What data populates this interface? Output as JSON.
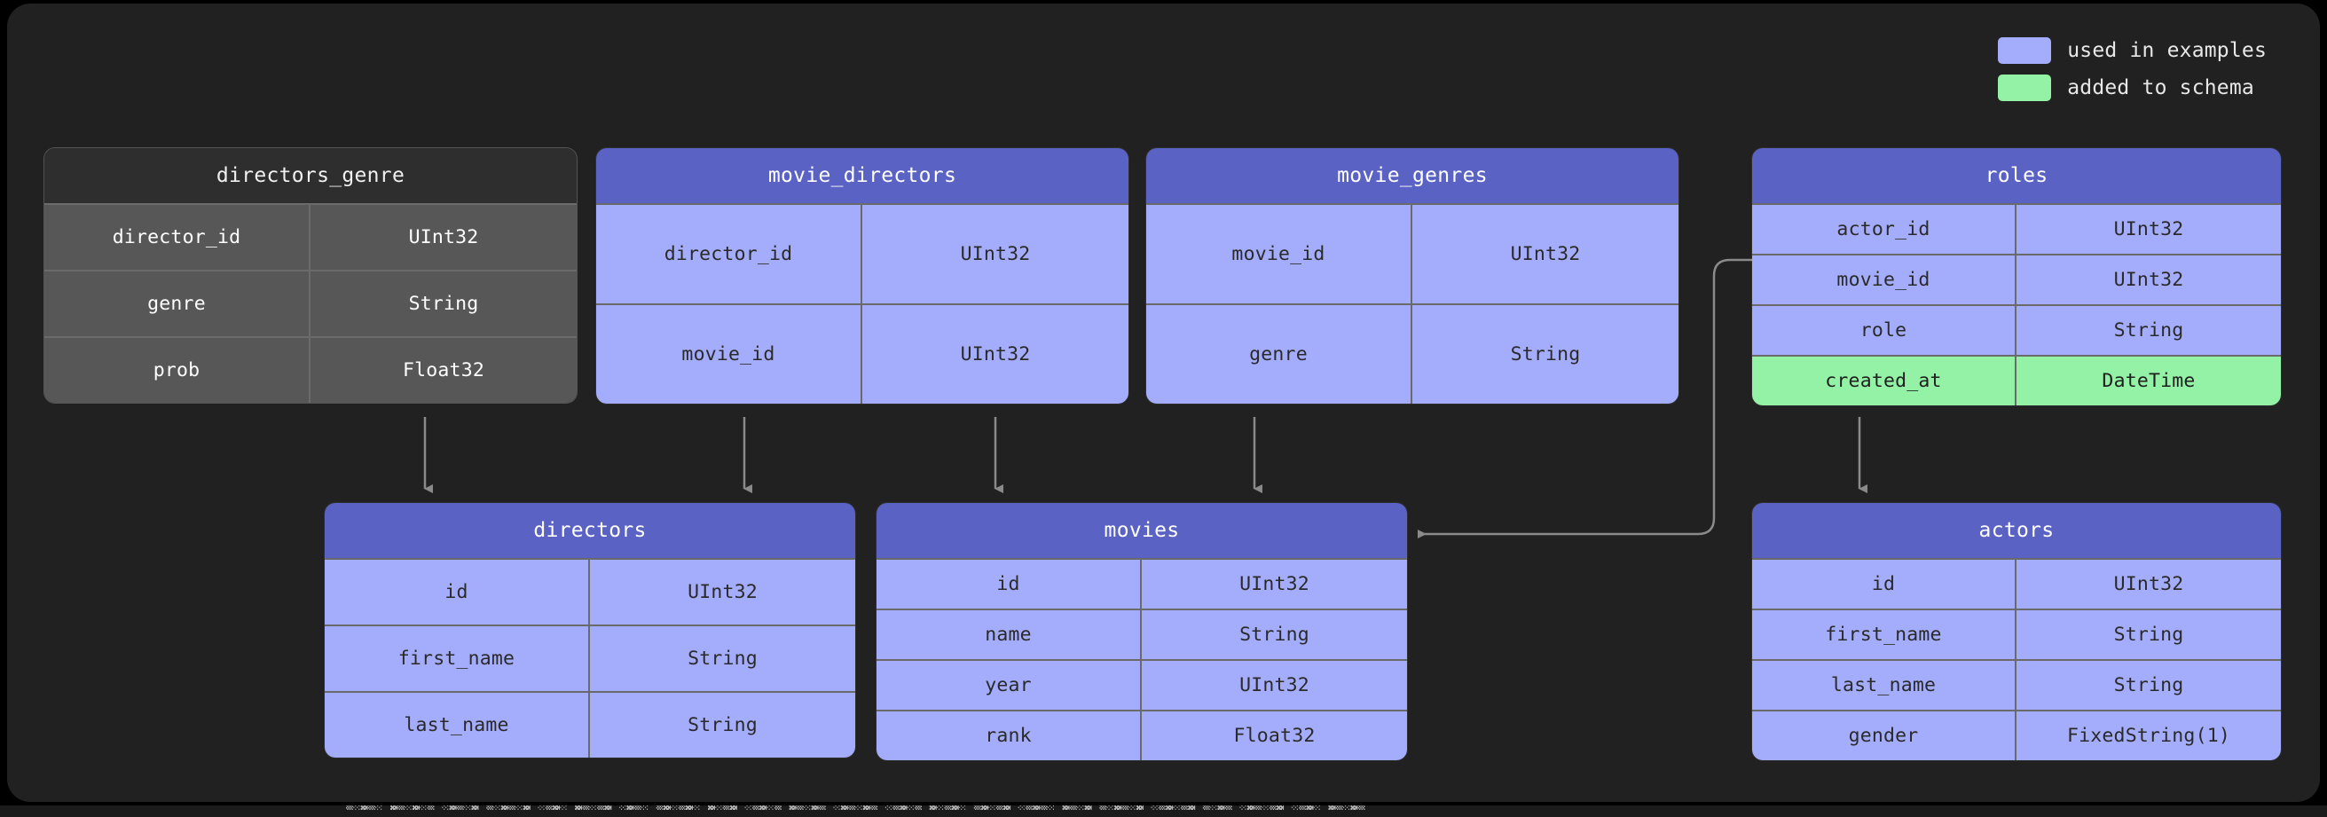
{
  "legend": {
    "items": [
      {
        "label": "used in examples",
        "color": "#a4adfb",
        "swatch_name": "legend-swatch-blue"
      },
      {
        "label": "added to schema",
        "color": "#93f2a6",
        "swatch_name": "legend-swatch-green"
      }
    ]
  },
  "diagram": {
    "title": "",
    "background_color": "#212121",
    "header_blue": "#5a63c4",
    "body_blue": "#a4adfb",
    "added_green": "#93f2a6",
    "gray_header": "#2e2e2e",
    "gray_body": "#575757",
    "connector_color": "#8a8a8a"
  },
  "tables": [
    {
      "name": "directors_genre",
      "style": "gray",
      "columns": [
        {
          "name": "director_id",
          "type": "UInt32",
          "state": "normal"
        },
        {
          "name": "genre",
          "type": "String",
          "state": "normal"
        },
        {
          "name": "prob",
          "type": "Float32",
          "state": "normal"
        }
      ]
    },
    {
      "name": "movie_directors",
      "style": "blue",
      "columns": [
        {
          "name": "director_id",
          "type": "UInt32",
          "state": "normal"
        },
        {
          "name": "movie_id",
          "type": "UInt32",
          "state": "normal"
        }
      ]
    },
    {
      "name": "movie_genres",
      "style": "blue",
      "columns": [
        {
          "name": "movie_id",
          "type": "UInt32",
          "state": "normal"
        },
        {
          "name": "genre",
          "type": "String",
          "state": "normal"
        }
      ]
    },
    {
      "name": "roles",
      "style": "blue",
      "columns": [
        {
          "name": "actor_id",
          "type": "UInt32",
          "state": "normal"
        },
        {
          "name": "movie_id",
          "type": "UInt32",
          "state": "normal"
        },
        {
          "name": "role",
          "type": "String",
          "state": "normal"
        },
        {
          "name": "created_at",
          "type": "DateTime",
          "state": "added"
        }
      ]
    },
    {
      "name": "directors",
      "style": "blue",
      "columns": [
        {
          "name": "id",
          "type": "UInt32",
          "state": "normal"
        },
        {
          "name": "first_name",
          "type": "String",
          "state": "normal"
        },
        {
          "name": "last_name",
          "type": "String",
          "state": "normal"
        }
      ]
    },
    {
      "name": "movies",
      "style": "blue",
      "columns": [
        {
          "name": "id",
          "type": "UInt32",
          "state": "normal"
        },
        {
          "name": "name",
          "type": "String",
          "state": "normal"
        },
        {
          "name": "year",
          "type": "UInt32",
          "state": "normal"
        },
        {
          "name": "rank",
          "type": "Float32",
          "state": "normal"
        }
      ]
    },
    {
      "name": "actors",
      "style": "blue",
      "columns": [
        {
          "name": "id",
          "type": "UInt32",
          "state": "normal"
        },
        {
          "name": "first_name",
          "type": "String",
          "state": "normal"
        },
        {
          "name": "last_name",
          "type": "String",
          "state": "normal"
        },
        {
          "name": "gender",
          "type": "FixedString(1)",
          "state": "normal"
        }
      ]
    }
  ],
  "relationships": [
    {
      "from": "directors_genre",
      "to": "directors"
    },
    {
      "from": "movie_directors",
      "to": "directors"
    },
    {
      "from": "movie_directors",
      "to": "movies"
    },
    {
      "from": "movie_genres",
      "to": "movies"
    },
    {
      "from": "roles",
      "to": "movies"
    },
    {
      "from": "roles",
      "to": "actors"
    }
  ],
  "bottom_strip": {
    "text": "▒░▓▒░ ▓▒░▓░▒ ░▓▒░▓ ▒░▓▒░▓ ░▒▓░ ▓▒░▒▓ ░▓▒░ ▒▓░▒▓░ ▓░▒▓ ░▒▓░▒ ▓▒░▓▒ ░▓▒░▓▒ ░▒▓░▒ ▓░▒▓░ ▒▓░▒▓ ░▒▓▒░ ▓▒░▓ ▒░▓▒░▓ ░▒▓░▒▓ ▒░▓▒ ░▓▒░▒▓ ░▒▓░ ▓▒░▓▒"
  }
}
